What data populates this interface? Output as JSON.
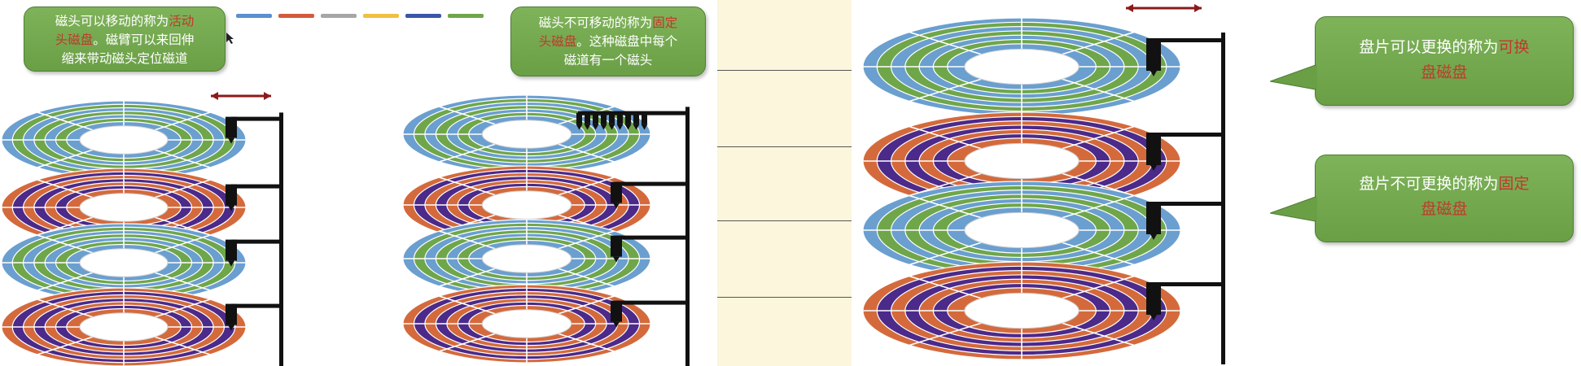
{
  "colors": {
    "blue": "#6a9fd0",
    "green": "#6fa64a",
    "orange": "#d46a3c",
    "purple": "#4b2a8a",
    "gray": "#a6a6a6",
    "yellow": "#f0c040",
    "navy": "#3a56a8",
    "callout_green": "#72a64e",
    "highlight_red": "#c0392b",
    "arrow_red": "#8b1a1a",
    "panel_bg": "#fbf6dc"
  },
  "legend": {
    "swatches": [
      "#5b8fd0",
      "#d45a3c",
      "#a6a6a6",
      "#f0c040",
      "#3a56a8",
      "#6fa64a"
    ]
  },
  "callouts": {
    "movable_head": {
      "line1_prefix": "磁头可以移动的称为",
      "line1_highlight": "活动",
      "line2_highlight": "头磁盘",
      "line2_suffix": "。磁臂可以来回伸",
      "line3": "缩来带动磁头定位磁道"
    },
    "fixed_head": {
      "line1_prefix": "磁头不可移动的称为",
      "line1_highlight": "固定",
      "line2_highlight": "头磁盘",
      "line2_suffix": "。这种磁盘中每个",
      "line3": "磁道有一个磁头"
    },
    "removable_disk": {
      "line1_prefix": "盘片可以更换的称为",
      "line1_highlight": "可换",
      "line2_highlight": "盘磁盘"
    },
    "fixed_disk": {
      "line1_prefix": "盘片不可更换的称为",
      "line1_highlight": "固定",
      "line2_highlight": "盘磁盘"
    }
  },
  "disk_stacks": [
    {
      "id": "movable-head-stack",
      "platters": [
        "blue-green",
        "orange-purple",
        "blue-green",
        "orange-purple"
      ],
      "head_type": "movable"
    },
    {
      "id": "fixed-head-stack",
      "platters": [
        "blue-green",
        "orange-purple",
        "blue-green",
        "orange-purple"
      ],
      "head_type": "fixed"
    },
    {
      "id": "large-stack",
      "platters": [
        "blue-green",
        "orange-purple",
        "blue-green",
        "orange-purple"
      ],
      "head_type": "movable"
    }
  ]
}
